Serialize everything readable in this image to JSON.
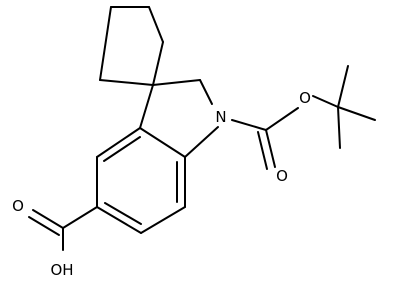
{
  "molecule": {
    "atoms": [
      {
        "id": "N1",
        "label": "N"
      },
      {
        "id": "O_ether",
        "label": "O"
      },
      {
        "id": "O_carbonyl",
        "label": "O"
      },
      {
        "id": "O_acid",
        "label": "O"
      },
      {
        "id": "OH_acid",
        "label": "OH"
      }
    ]
  },
  "colors": {
    "bond": "#000000",
    "text": "#000000",
    "background": "#ffffff"
  }
}
